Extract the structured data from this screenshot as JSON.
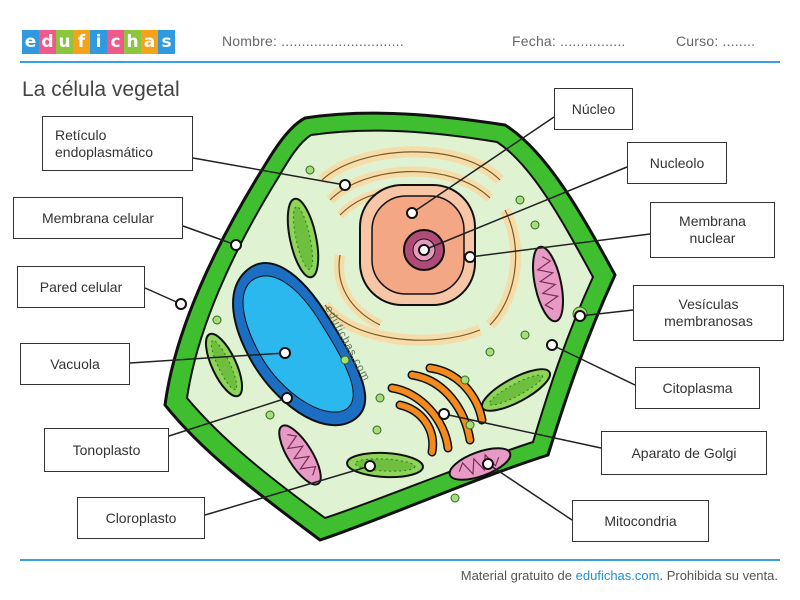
{
  "header": {
    "logo_letters": [
      "e",
      "d",
      "u",
      "f",
      "i",
      "c",
      "h",
      "a",
      "s"
    ],
    "logo_colors": [
      "#2f9ae0",
      "#ef5a8a",
      "#8cc63f",
      "#f7a21b",
      "#2f9ae0",
      "#ef5a8a",
      "#8cc63f",
      "#f7a21b",
      "#2f9ae0"
    ],
    "nombre": "Nombre: ..............................",
    "fecha": "Fecha: ................",
    "curso": "Curso: ........"
  },
  "title": "La célula vegetal",
  "watermark": "edufichas.com",
  "labels": {
    "reticulo": [
      "Retículo",
      "endoplasmático"
    ],
    "membrana_celular": "Membrana celular",
    "pared_celular": "Pared celular",
    "vacuola": "Vacuola",
    "tonoplasto": "Tonoplasto",
    "cloroplasto": "Cloroplasto",
    "nucleo": "Núcleo",
    "nucleolo": "Nucleolo",
    "membrana_nuclear": [
      "Membrana",
      "nuclear"
    ],
    "vesiculas": [
      "Vesículas",
      "membranosas"
    ],
    "citoplasma": "Citoplasma",
    "golgi": "Aparato de Golgi",
    "mitocondria": "Mitocondria"
  },
  "footer": {
    "prefix": "Material gratuito de ",
    "link": "edufichas.com",
    "suffix": ". Prohibida su venta."
  },
  "colors": {
    "cell_wall": "#3fbf30",
    "cytoplasm": "#dff2d2",
    "vacuole": "#2bb8ee",
    "nucleus": "#f4a784",
    "nucleolus": "#b04b78",
    "er": "#f6dca8",
    "golgi": "#f28a1d",
    "chloroplast": "#8fd45a",
    "mitochondria": "#e69ac4",
    "accent": "#3aa0e0"
  }
}
